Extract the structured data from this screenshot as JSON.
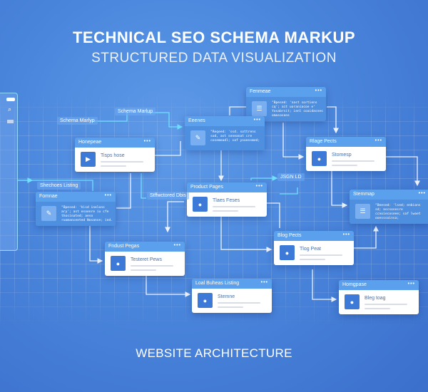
{
  "header": {
    "title": "TECHNICAL SEO SCHEMA MARKUP",
    "subtitle": "STRUCTURED DATA VISUALIZATION"
  },
  "footer": {
    "text": "WEBSITE ARCHITECTURE"
  },
  "sidebar": {
    "icons": [
      "search-icon",
      "menu-icon"
    ]
  },
  "labels": [
    "Schema Marlup",
    "Schema Marlyp",
    "Shechoes Listing",
    "Stffwctored Dbis",
    "JSGN LD"
  ],
  "cards": [
    {
      "header": "Fenmeae",
      "style": "blue",
      "icon": "list-icon",
      "code": "\"Bpesed: 'nast sortiens cq'; ait uoraniacoe e' Yosabrsit; ienl coaidasnes omasosans"
    },
    {
      "header": "Eeenes",
      "style": "blue",
      "icon": "pencil-icon",
      "code": "\"Reqeed: 'ssd. sottrens sod, ast seneanat cre cosemeadl; saf ysoensmed;"
    },
    {
      "header": "Honepeae",
      "style": "white",
      "icon": "play-icon",
      "title": "Tisps hose"
    },
    {
      "header": "Rlage Pects",
      "style": "white",
      "icon": "circle-icon",
      "title": "Stomesp"
    },
    {
      "header": "Fomnae",
      "style": "blue",
      "icon": "pencil-icon",
      "code": "\"Bpesed: 'hisd inelons ary'; ast esoenre iu cfe thosinated; aeso ruomanceeted Nosanse; ind."
    },
    {
      "header": "Product Pages",
      "style": "white",
      "icon": "circle-icon",
      "title": "Tlaes Feses"
    },
    {
      "header": "Stemmap",
      "style": "blue",
      "icon": "list-icon",
      "code": "\"Beesed: 'lsed; enbions sd; ascsosesre ccnoiecoseee; saf lwoet ooesssoinsa;"
    },
    {
      "header": "Fndust Pegas",
      "style": "white",
      "icon": "circle-icon",
      "title": "Testeret Pews"
    },
    {
      "header": "Blog Pects",
      "style": "white",
      "icon": "circle-icon",
      "title": "Tlog Peat"
    },
    {
      "header": "Loal Buheas Listing",
      "style": "white",
      "icon": "circle-icon",
      "title": "Stemne"
    },
    {
      "header": "Homgpase",
      "style": "white",
      "icon": "circle-icon",
      "title": "Bleg toag"
    }
  ],
  "colors": {
    "accent": "#5aa0ec",
    "connector": "#ffffff",
    "highlight": "#6fe0ff"
  }
}
